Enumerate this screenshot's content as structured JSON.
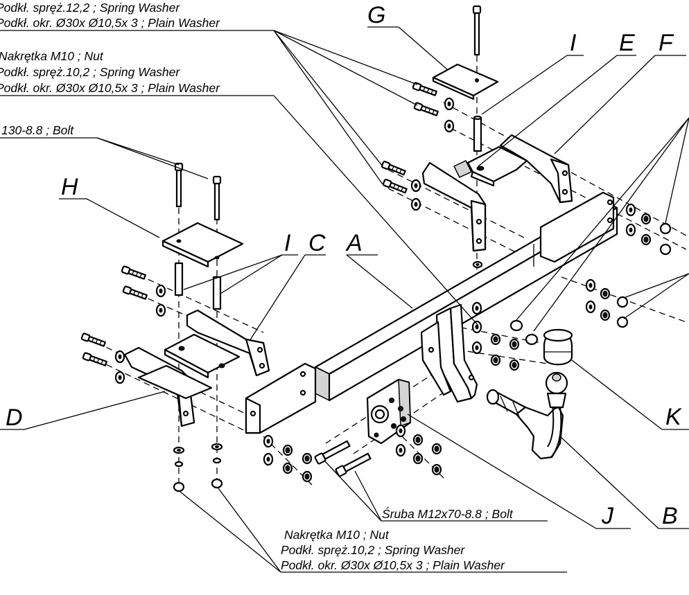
{
  "parts": {
    "A": "A",
    "B": "B",
    "C": "C",
    "D": "D",
    "E": "E",
    "F": "F",
    "G": "G",
    "H": "H",
    "I_top": "I",
    "I_left": "I",
    "J": "J",
    "K": "K"
  },
  "callouts": {
    "top_a": {
      "line1": "Podkł. spręż.12,2 ; Spring Washer",
      "line2": "Podkł. okr.  Ø30x Ø10,5x 3 ; Plain Washer"
    },
    "top_b": {
      "line1": "Nakrętka  M10 ; Nut",
      "line2": "Podkł. spręż.10,2 ; Spring Washer",
      "line3": "Podkł. okr.  Ø30x Ø10,5x 3 ; Plain Washer"
    },
    "bolt_left": "130-8.8 ;  Bolt",
    "bolt_bottom": "Śruba M12x70-8.8 ;  Bolt",
    "bottom": {
      "line1": "Nakrętka  M10 ; Nut",
      "line2": "Podkł. spręż.10,2 ; Spring Washer",
      "line3": "Podkł. okr.  Ø30x Ø10,5x 3 ; Plain Washer"
    }
  }
}
